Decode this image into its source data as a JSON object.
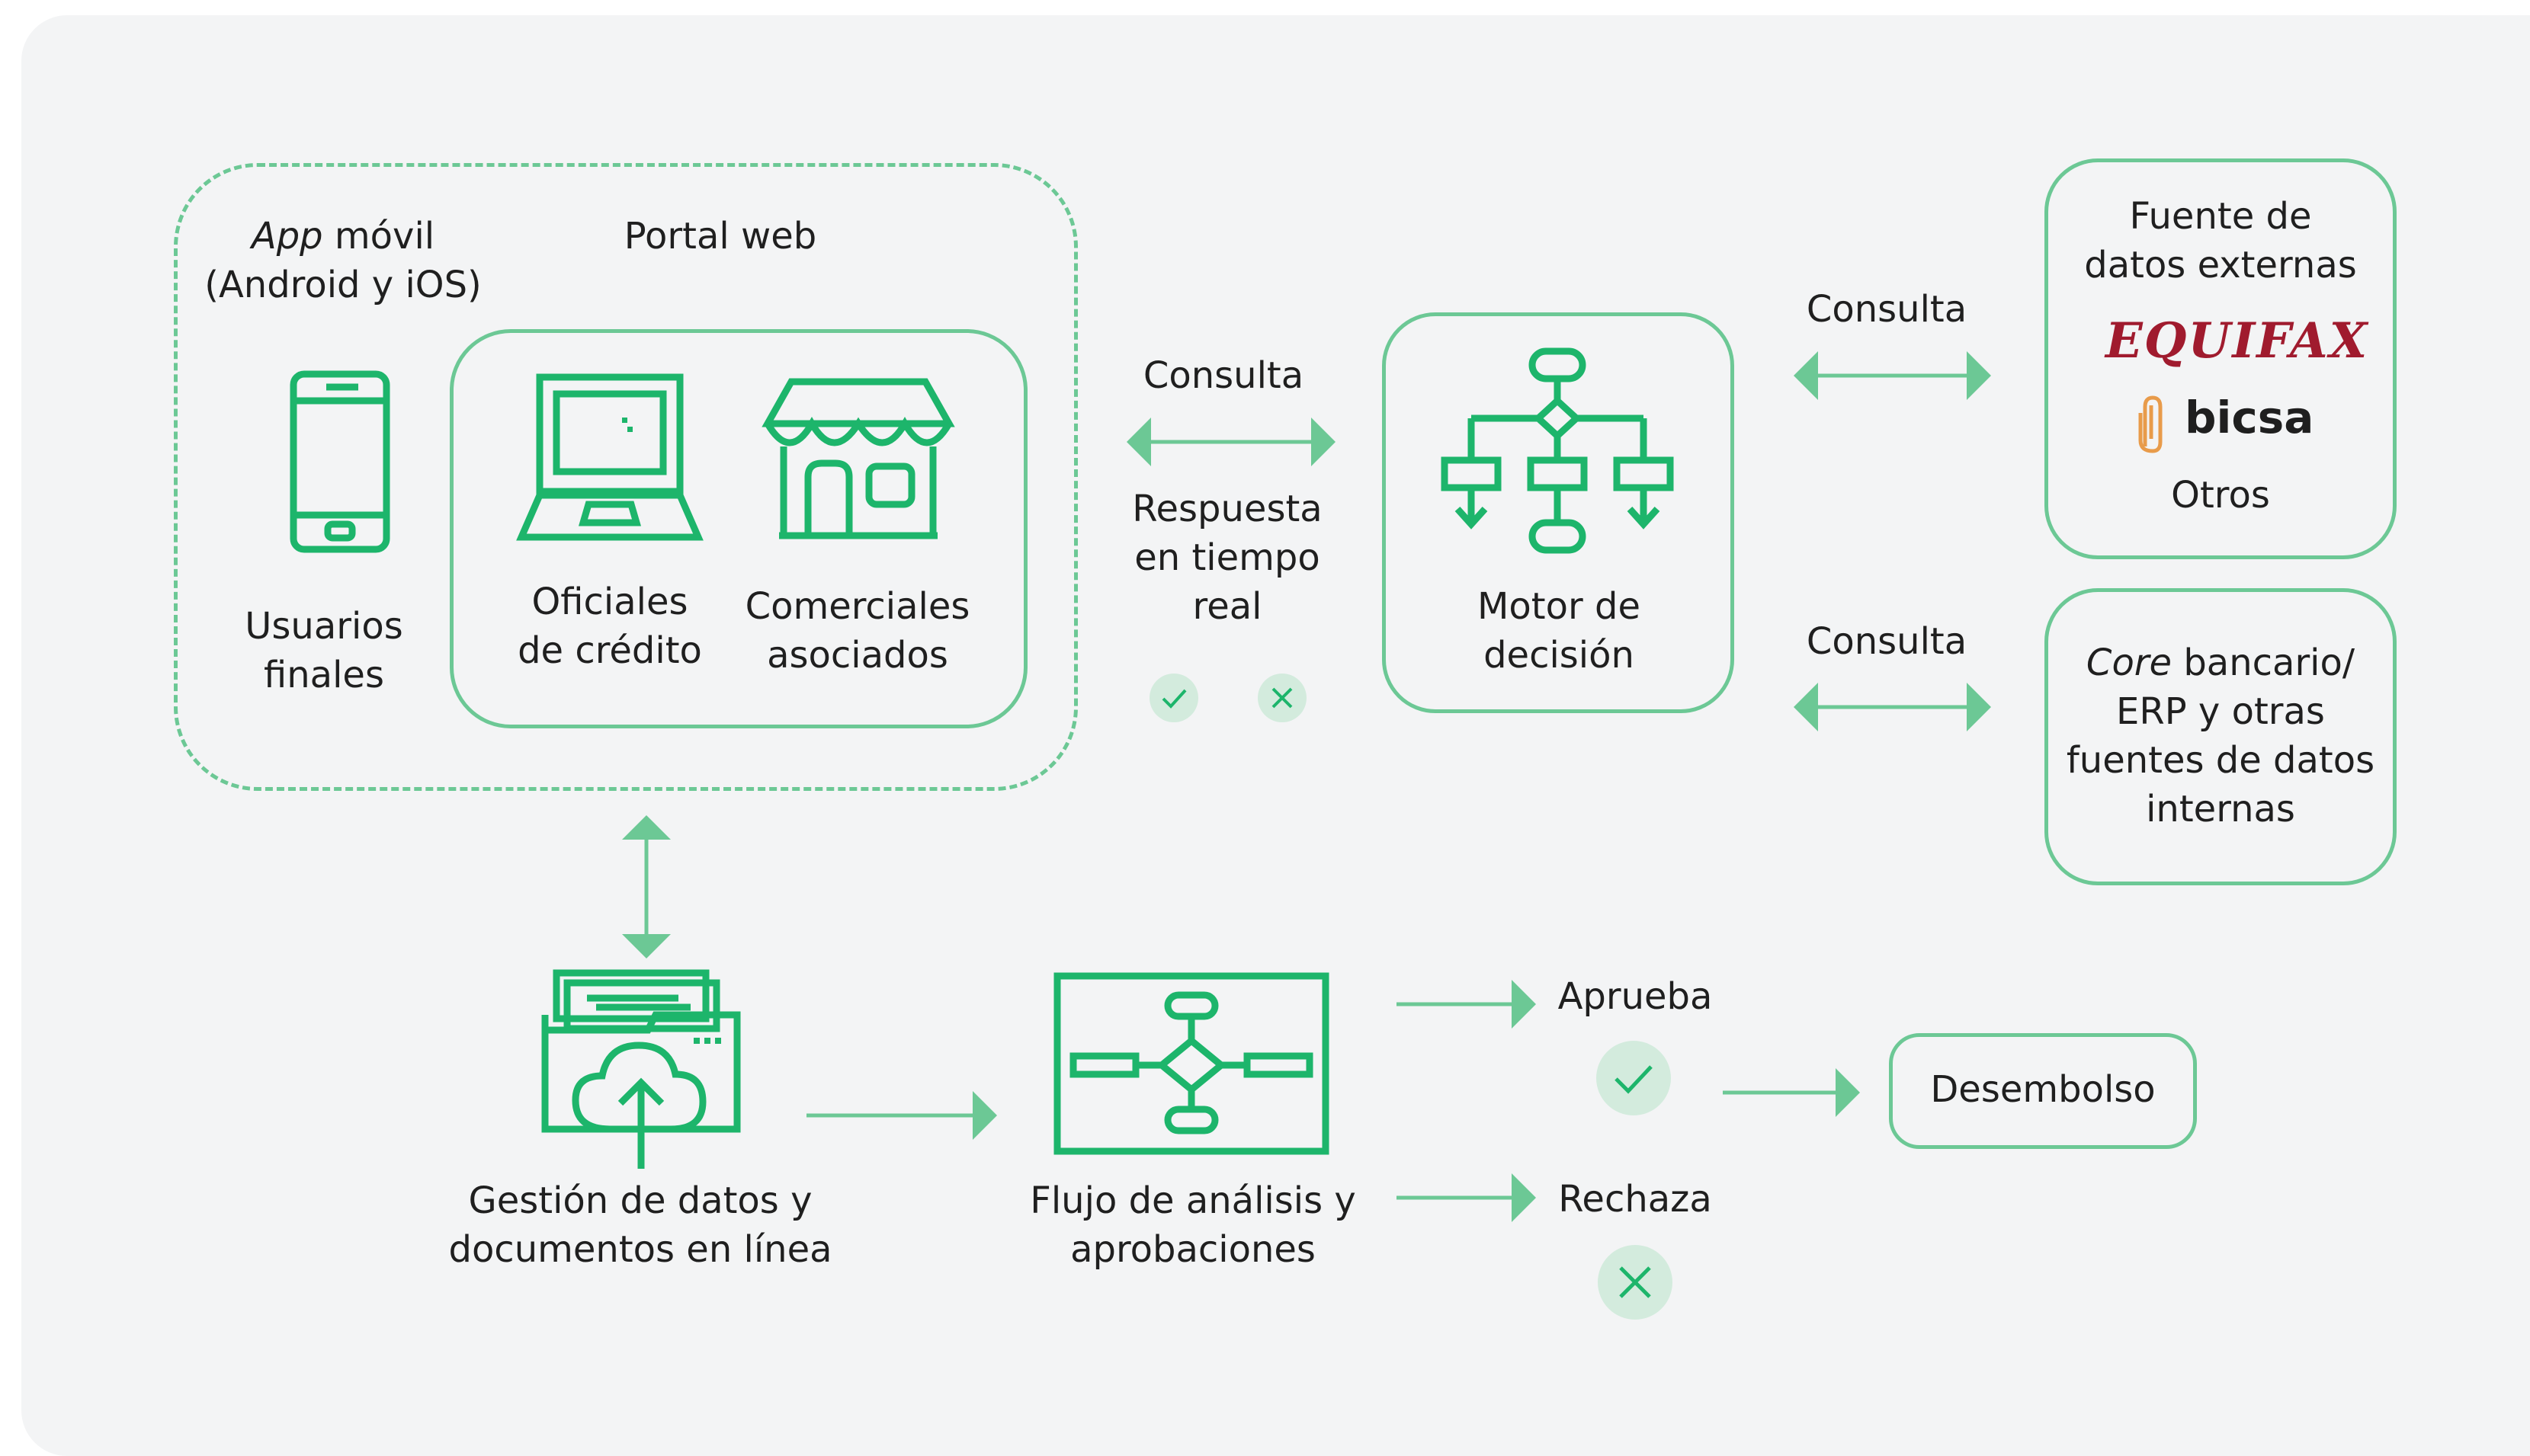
{
  "colors": {
    "accent": "#6cc895",
    "icon": "#1db56b",
    "badge": "#d3ebdd",
    "equifax": "#a01b2e",
    "bicsa_clip": "#e89b4a",
    "panel": "#f3f4f5"
  },
  "channels": {
    "app_italic": "App",
    "app_rest": " móvil",
    "app_line2": "(Android y iOS)",
    "portal": "Portal web",
    "users": {
      "line1": "Usuarios",
      "line2": "finales"
    },
    "officers": {
      "line1": "Oficiales",
      "line2": "de crédito"
    },
    "merchants": {
      "line1": "Comerciales",
      "line2": "asociados"
    }
  },
  "center": {
    "consulta": "Consulta",
    "respuesta": {
      "line1": "Respuesta",
      "line2": "en tiempo",
      "line3": "real"
    }
  },
  "engine": {
    "line1": "Motor de",
    "line2": "decisión"
  },
  "right": {
    "consulta_top": "Consulta",
    "consulta_bottom": "Consulta",
    "external": {
      "line1": "Fuente de",
      "line2": "datos externas",
      "equifax": "EQUIFAX",
      "bicsa": "bicsa",
      "otros": "Otros"
    },
    "internal": {
      "core_italic": "Core",
      "core_rest": " bancario/",
      "line2": "ERP y otras",
      "line3": "fuentes de datos",
      "line4": "internas"
    }
  },
  "flow": {
    "docs": {
      "line1": "Gestión de datos y",
      "line2": "documentos en línea"
    },
    "analysis": {
      "line1": "Flujo de análisis y",
      "line2": "aprobaciones"
    },
    "approve": "Aprueba",
    "reject": "Rechaza",
    "disburse": "Desembolso"
  },
  "icons": [
    "smartphone-icon",
    "laptop-icon",
    "storefront-icon",
    "decision-flowchart-icon",
    "check-icon",
    "cross-icon",
    "cloud-upload-folder-icon",
    "approval-flowchart-icon",
    "equifax-logo",
    "bicsa-logo"
  ]
}
